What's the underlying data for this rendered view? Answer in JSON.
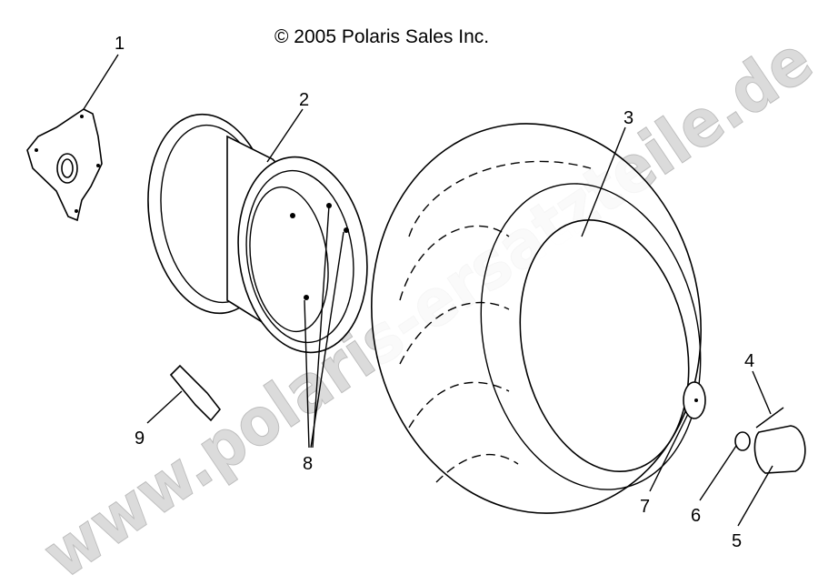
{
  "copyright": "© 2005 Polaris Sales Inc.",
  "watermark": "www.polaris-ersatzteile.de",
  "callouts": [
    {
      "label": "1",
      "part": "hub-plate"
    },
    {
      "label": "2",
      "part": "rim"
    },
    {
      "label": "3",
      "part": "tire"
    },
    {
      "label": "4",
      "part": "cotter-pin"
    },
    {
      "label": "5",
      "part": "hub-cap"
    },
    {
      "label": "6",
      "part": "nut"
    },
    {
      "label": "7",
      "part": "washer"
    },
    {
      "label": "8",
      "part": "rim-bolts"
    },
    {
      "label": "9",
      "part": "valve-stem"
    }
  ]
}
